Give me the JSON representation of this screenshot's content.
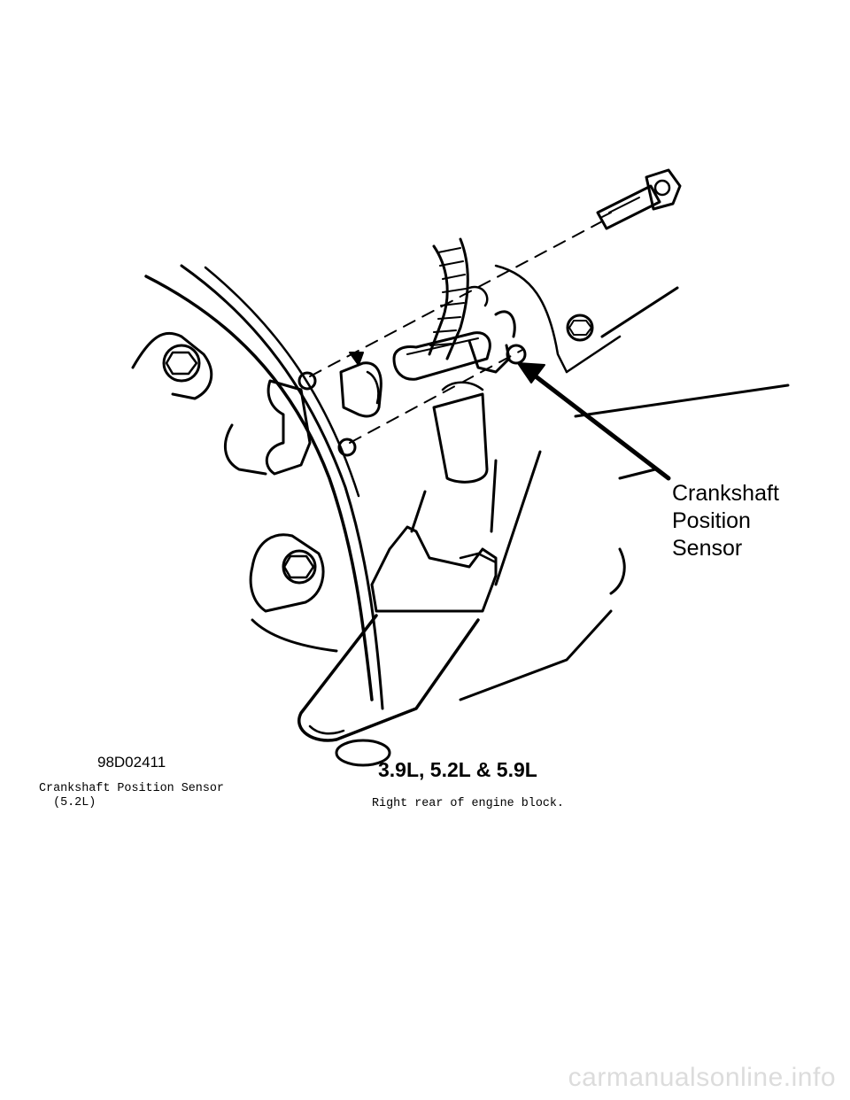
{
  "diagram": {
    "callout_label_lines": [
      "Crankshaft",
      "Position",
      "Sensor"
    ],
    "figure_code": "98D02411",
    "engine_label": "3.9L, 5.2L & 5.9L"
  },
  "caption": {
    "title_line1": "Crankshaft Position Sensor",
    "title_line2": "  (5.2L)",
    "location": "Right rear of engine block."
  },
  "watermark": "carmanualsonline.info",
  "colors": {
    "ink": "#000000",
    "paper": "#ffffff",
    "watermark": "#dcdcdc"
  }
}
